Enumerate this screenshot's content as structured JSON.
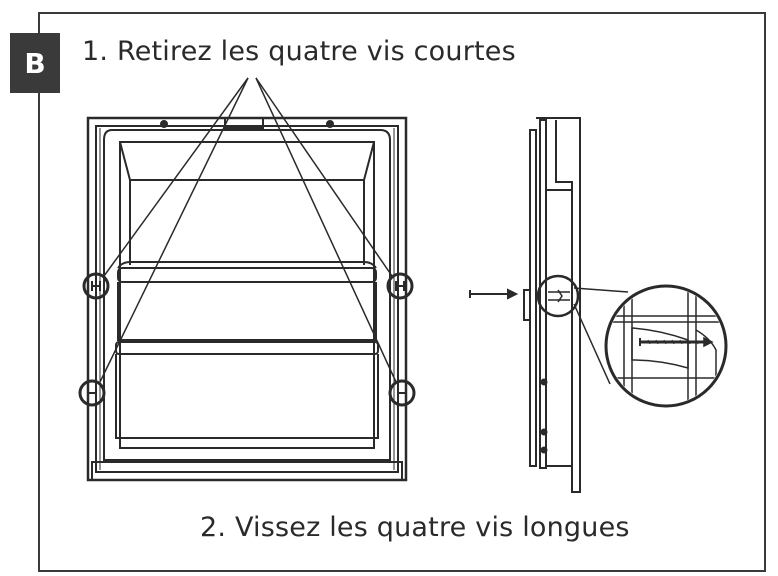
{
  "step_badge": "B",
  "instructions": {
    "step1": "1. Retirez les quatre vis courtes",
    "step2": "2. Vissez les quatre vis longues"
  },
  "colors": {
    "line": "#2a2a2a",
    "badge_bg": "#3a3a3a",
    "badge_text": "#ffffff",
    "background": "#ffffff"
  }
}
